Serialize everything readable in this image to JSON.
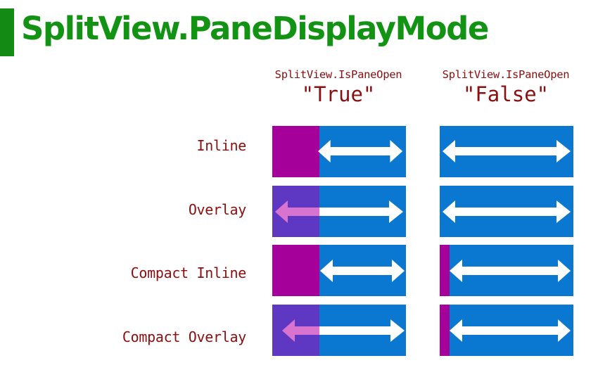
{
  "title": "SplitView.PaneDisplayMode",
  "columns": [
    {
      "property": "SplitView.IsPaneOpen",
      "value": "\"True\""
    },
    {
      "property": "SplitView.IsPaneOpen",
      "value": "\"False\""
    }
  ],
  "rows": [
    {
      "label": "Inline"
    },
    {
      "label": "Overlay"
    },
    {
      "label": "Compact Inline"
    },
    {
      "label": "Compact Overlay"
    }
  ],
  "colors": {
    "title": "#139313",
    "accent": "#138a13",
    "label": "#8b0f0f",
    "content": "#0a78d0",
    "pane_inline": "#a5009a",
    "pane_overlay": "#6a2fbf",
    "overlay_arrow": "#d873cf",
    "arrow": "#ffffff"
  }
}
